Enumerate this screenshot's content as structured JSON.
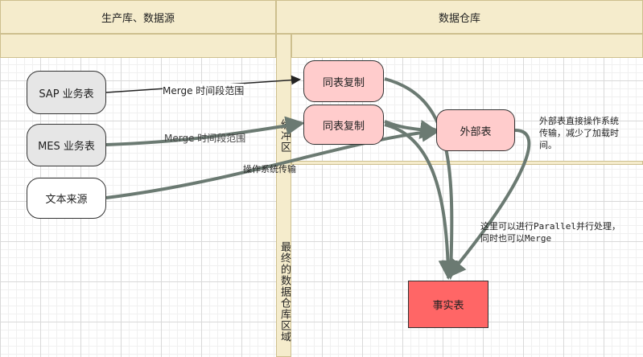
{
  "headers": {
    "left": "生产库、数据源",
    "right": "数据仓库"
  },
  "zones": {
    "buffer": "缓冲区",
    "final": "最终的数据仓库区域"
  },
  "sources": {
    "sap": "SAP 业务表",
    "mes": "MES 业务表",
    "text": "文本来源"
  },
  "warehouse": {
    "copy1": "同表复制",
    "copy2": "同表复制",
    "external": "外部表",
    "fact": "事实表"
  },
  "edge_labels": {
    "sap_merge": "Merge 时间段范围",
    "mes_merge": "Merge 时间段范围",
    "os_transfer": "操作系统传输"
  },
  "notes": {
    "external_note": "外部表直接操作系统\n传输，减少了加载时\n间。",
    "parallel_note": "这里可以进行Parallel并行处理，\n同时也可以Merge"
  },
  "colors": {
    "band": "#f5eccc",
    "arrow_thick": "#6b7a72",
    "copy_fill": "#ffcccc",
    "fact_fill": "#ff6666"
  }
}
